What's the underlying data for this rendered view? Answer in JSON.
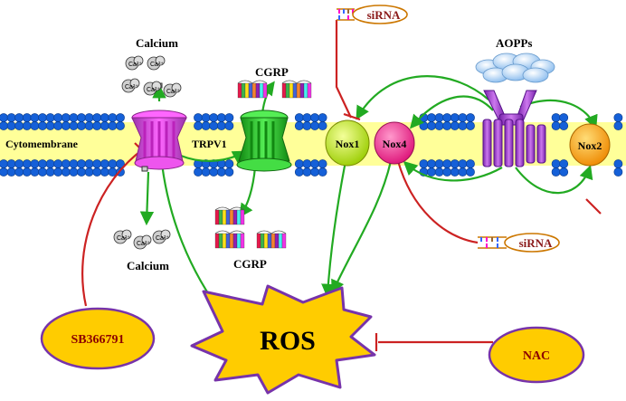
{
  "labels": {
    "calcium_top": "Calcium",
    "calcium_bottom": "Calcium",
    "cgrp_top": "CGRP",
    "cgrp_bottom": "CGRP",
    "cytomembrane": "Cytomembrane",
    "trpv1": "TRPV1",
    "nox1": "Nox1",
    "nox4": "Nox4",
    "nox2": "Nox2",
    "aopps": "AOPPs",
    "sirna_top": "siRNA",
    "sirna_bottom": "siRNA",
    "ros": "ROS",
    "nac": "NAC",
    "sb366791": "SB366791",
    "ion_symbol": "Ca²⁺"
  },
  "colors": {
    "membrane_band": "#ffff99",
    "lipid_head": "#1560d8",
    "trpv1": "#cc33cc",
    "cgrp_channel": "#22bb22",
    "nox1": "#ccff33",
    "nox4": "#ff3399",
    "nox2": "#ff9900",
    "receptor": "#aa44cc",
    "ros_star": "#ffcc00",
    "ros_outline": "#7733aa",
    "oval_fill": "#ffcc00",
    "activation_arrow": "#22aa22",
    "inhibition_line": "#cc2222"
  }
}
